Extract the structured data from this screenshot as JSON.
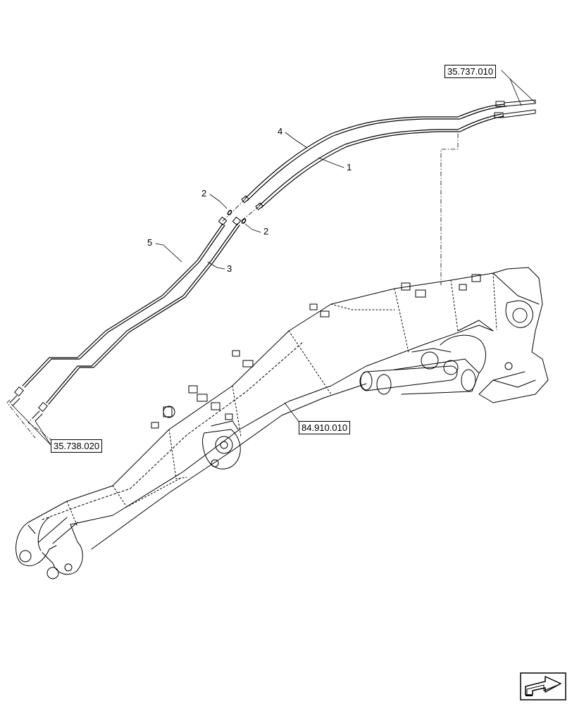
{
  "references": {
    "top_right": "35.737.010",
    "left": "35.738.020",
    "boom": "84.910.010"
  },
  "callouts": {
    "item_1": "1",
    "item_2_upper": "2",
    "item_2_lower": "2",
    "item_3": "3",
    "item_4": "4",
    "item_5": "5"
  },
  "icons": {
    "navigation": "next-page-arrow-icon"
  }
}
